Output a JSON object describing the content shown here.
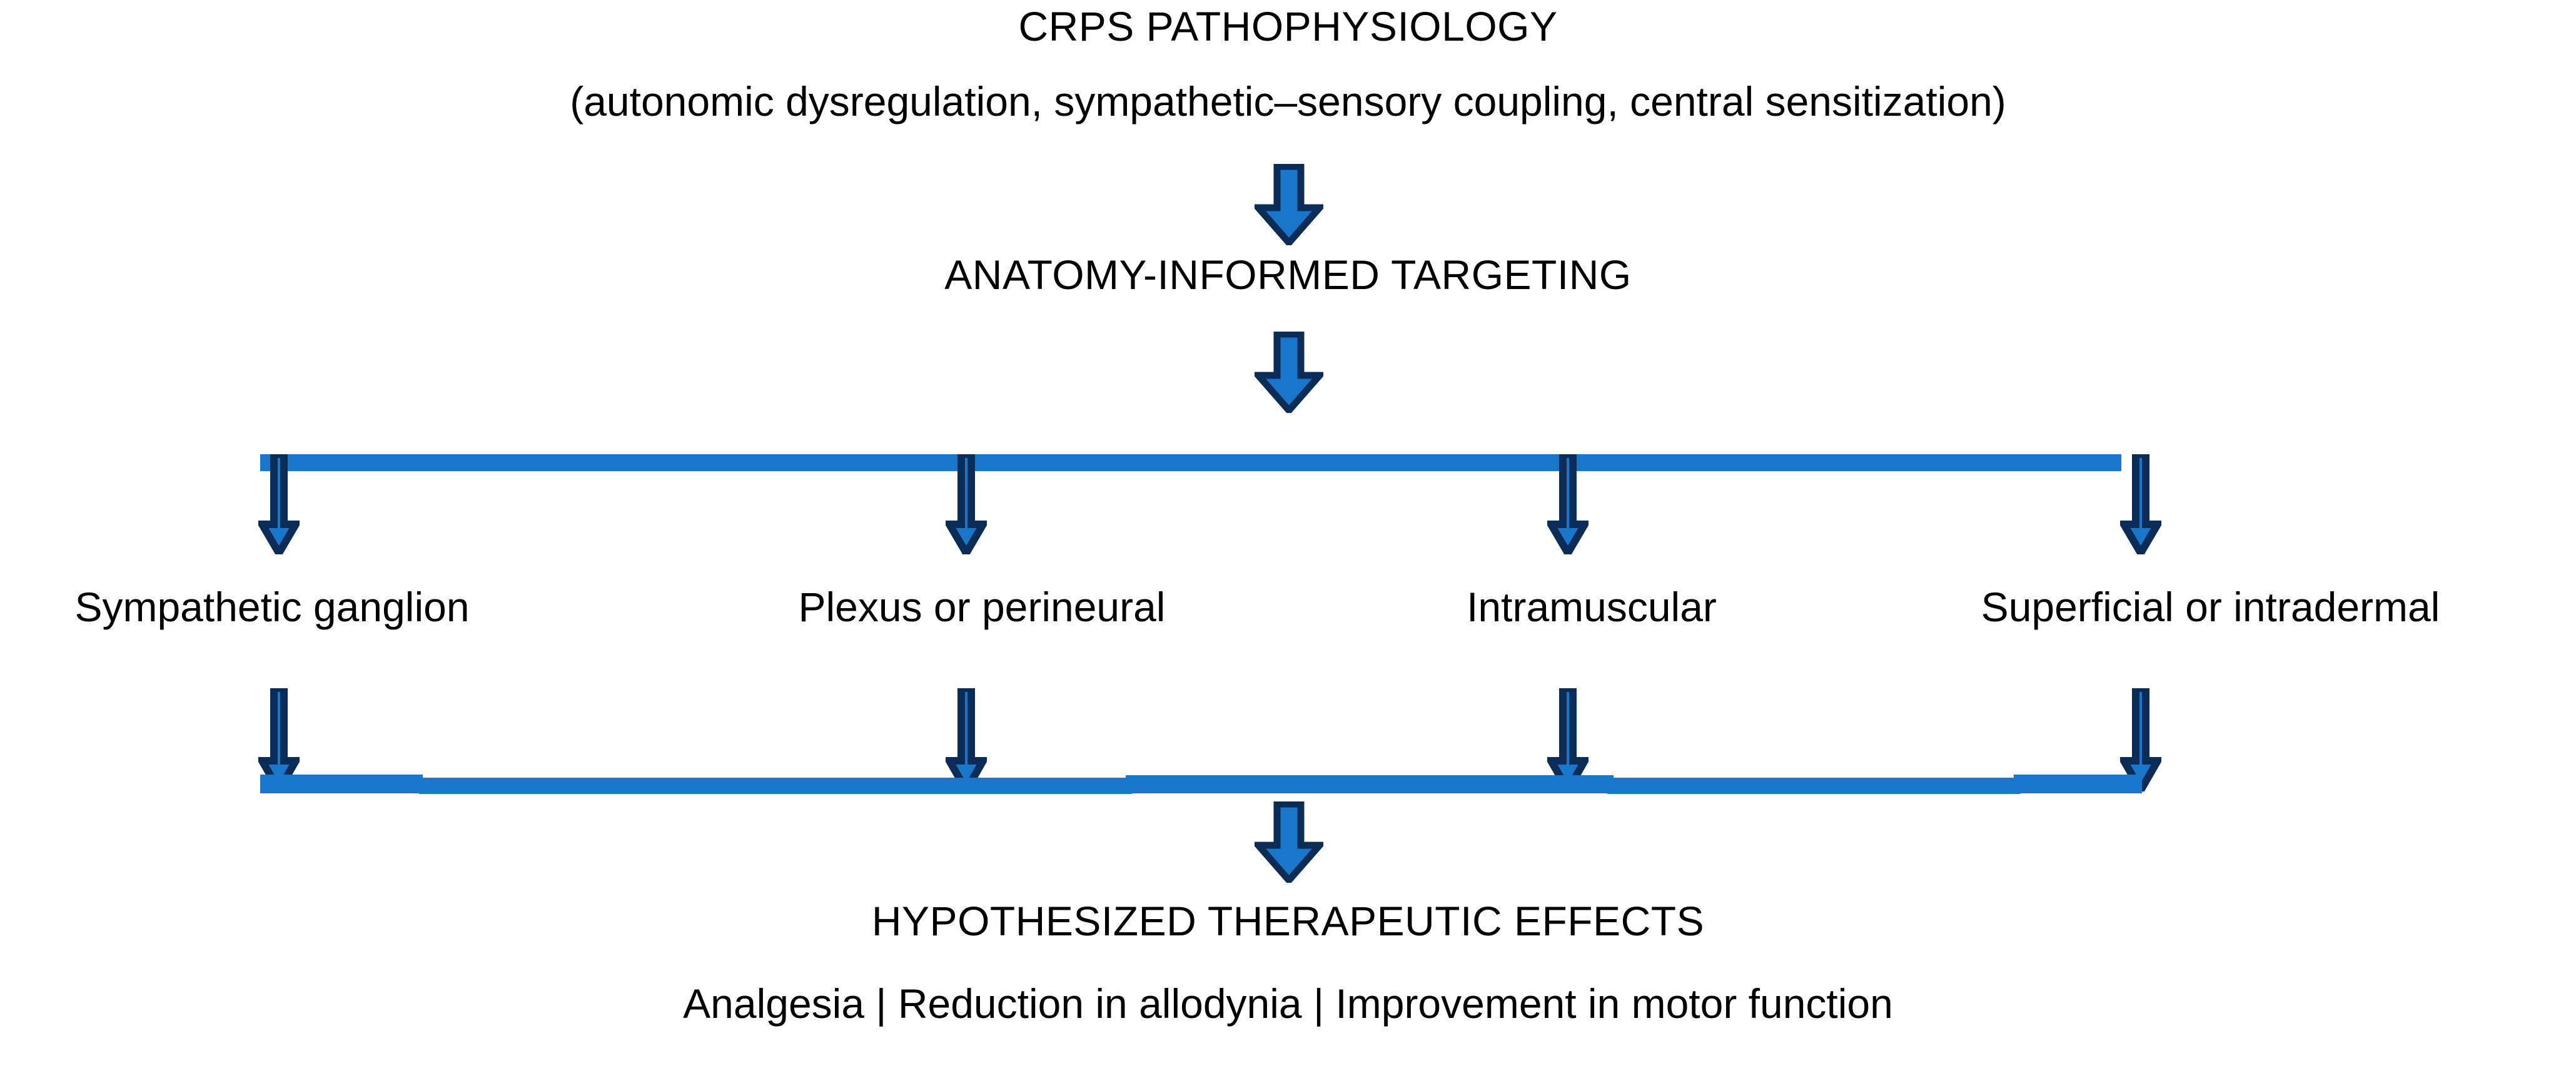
{
  "diagram": {
    "title": "CRPS PATHOPHYSIOLOGY",
    "subtitle": "(autonomic dysregulation, sympathetic–sensory coupling, central sensitization)",
    "stage_targeting": "ANATOMY-INFORMED TARGETING",
    "branches": [
      {
        "label": "Sympathetic ganglion"
      },
      {
        "label": "Plexus or perineural"
      },
      {
        "label": "Intramuscular"
      },
      {
        "label": "Superficial or intradermal"
      }
    ],
    "stage_effects": "HYPOTHESIZED THERAPEUTIC EFFECTS",
    "effects_detail": "Analgesia | Reduction in allodynia | Improvement in motor function",
    "colors": {
      "arrow_fill": "#1a76ca",
      "arrow_outline": "#0b2c57",
      "bar": "#1a76ca",
      "text": "#000000",
      "background": "#ffffff"
    }
  }
}
